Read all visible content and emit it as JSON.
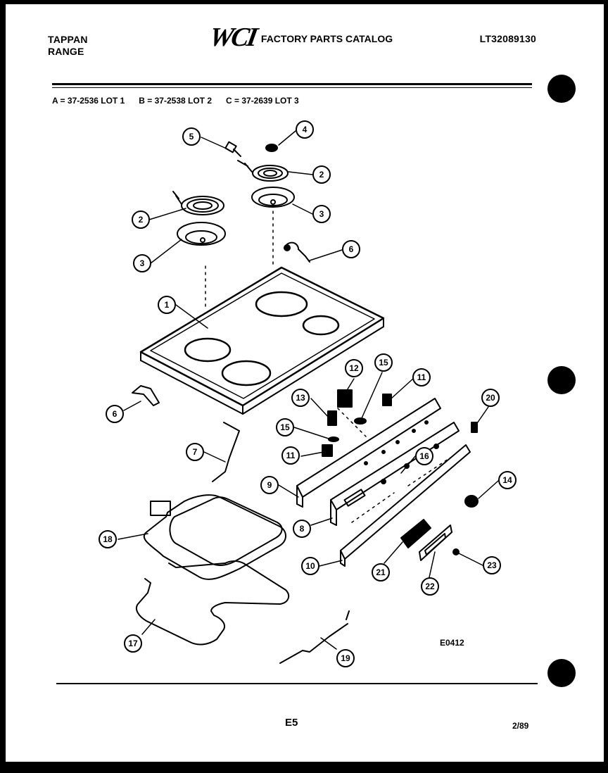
{
  "header": {
    "brand_line1": "TAPPAN",
    "brand_line2": "RANGE",
    "logo": "WCI",
    "catalog_title": "FACTORY PARTS CATALOG",
    "doc_id": "LT32089130"
  },
  "variants": [
    {
      "label": "A = 37-2536 LOT 1"
    },
    {
      "label": "B = 37-2538 LOT 2"
    },
    {
      "label": "C = 37-2639 LOT 3"
    }
  ],
  "callouts": [
    "1",
    "2",
    "2",
    "3",
    "3",
    "4",
    "5",
    "6",
    "6",
    "7",
    "8",
    "9",
    "10",
    "11",
    "11",
    "12",
    "13",
    "14",
    "15",
    "15",
    "16",
    "17",
    "18",
    "19",
    "20",
    "21",
    "22",
    "23"
  ],
  "figure_code": "E0412",
  "footer": {
    "page_code": "E5",
    "date_code": "2/89"
  },
  "colors": {
    "ink": "#000000",
    "paper": "#ffffff"
  }
}
